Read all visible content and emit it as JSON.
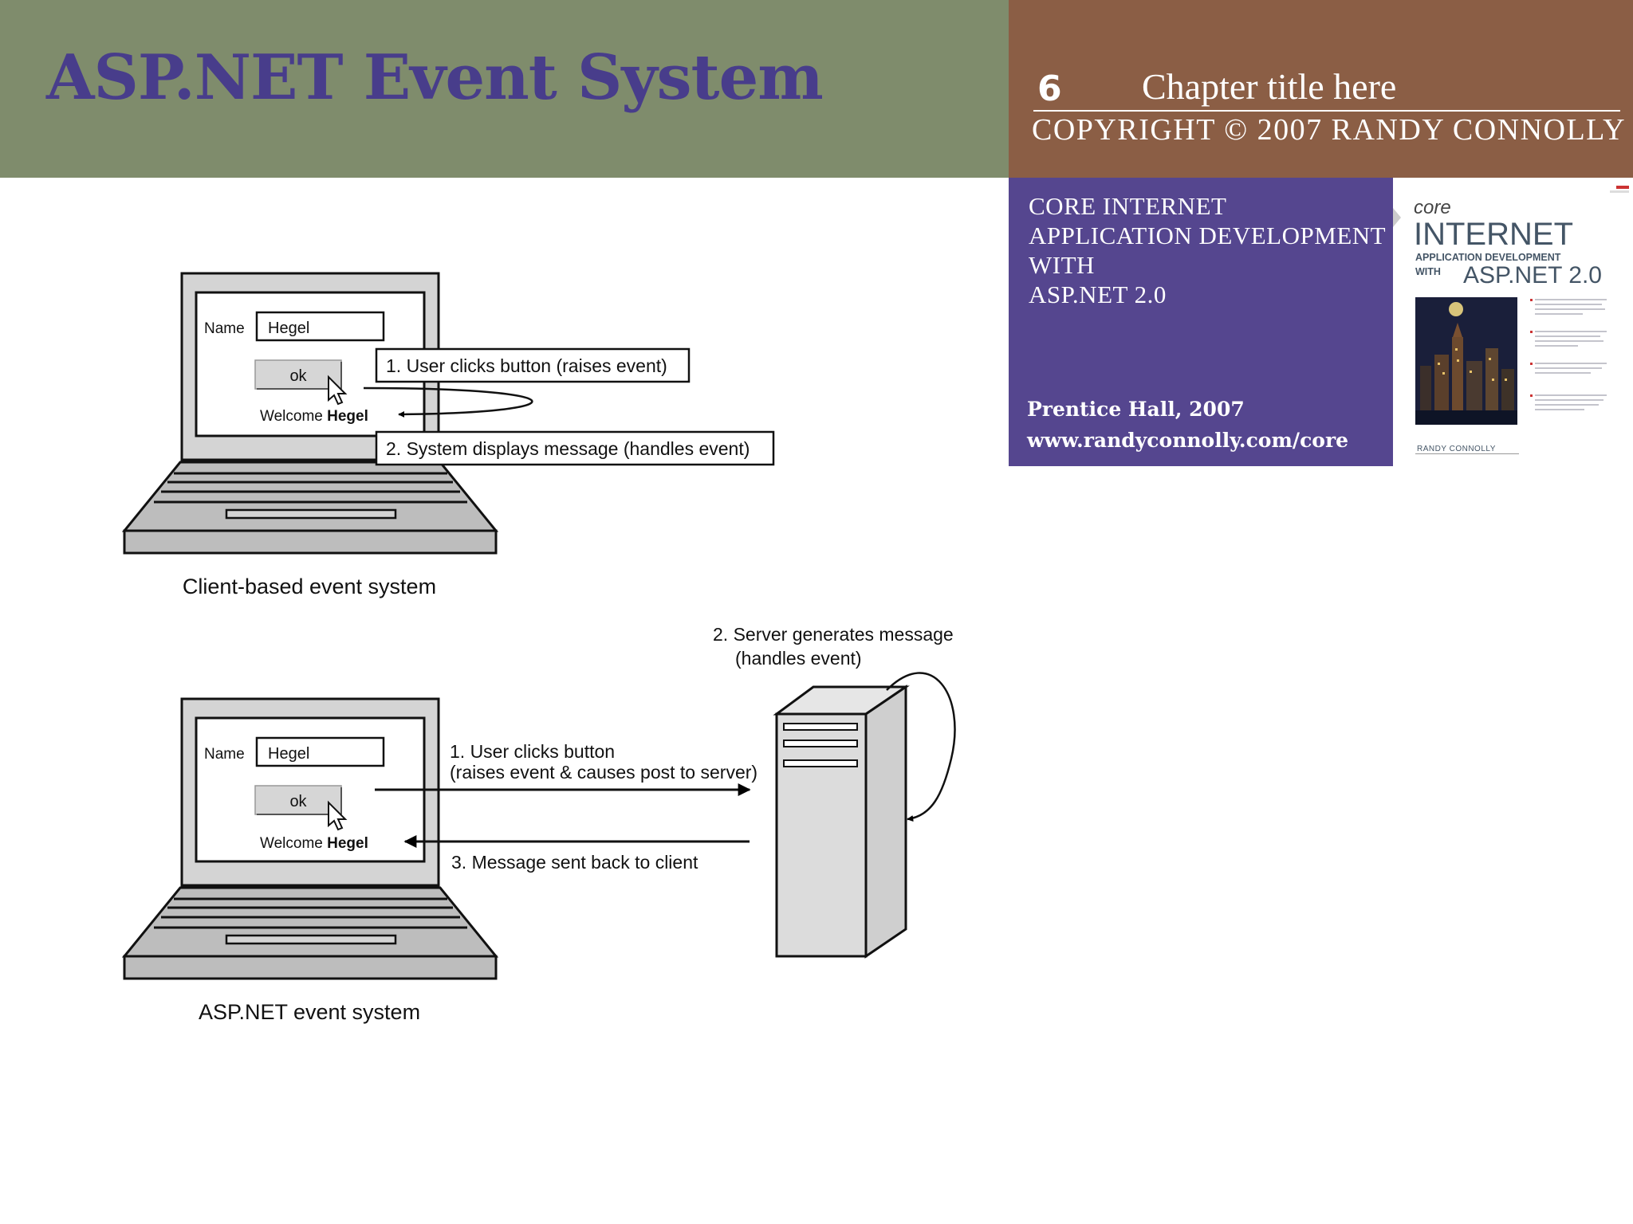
{
  "header": {
    "slide_title": "ASP.NET Event System",
    "chapter_number": "6",
    "chapter_title": "Chapter title here",
    "copyright": "COPYRIGHT © 2007 RANDY CONNOLLY"
  },
  "book": {
    "title_lines": [
      "CORE INTERNET",
      "APPLICATION DEVELOPMENT",
      "WITH",
      "ASP.NET 2.0"
    ],
    "publisher": "Prentice Hall, 2007",
    "url": "www.randyconnolly.com/core"
  },
  "cover": {
    "series": "core",
    "title": "INTERNET",
    "subtitle": "APPLICATION DEVELOPMENT",
    "with": "WITH",
    "tech": "ASP.NET 2.0",
    "author": "RANDY CONNOLLY"
  },
  "diagram_client": {
    "name_label": "Name",
    "name_value": "Hegel",
    "button_label": "ok",
    "welcome_prefix": "Welcome",
    "welcome_name": "Hegel",
    "step1": "1. User clicks button (raises event)",
    "step2": "2. System displays message  (handles event)",
    "caption": "Client-based event system"
  },
  "diagram_server": {
    "name_label": "Name",
    "name_value": "Hegel",
    "button_label": "ok",
    "welcome_prefix": "Welcome",
    "welcome_name": "Hegel",
    "step1_line1": "1. User clicks button",
    "step1_line2": "(raises event & causes post to server)",
    "step2_line1": "2. Server generates message",
    "step2_line2": "(handles event)",
    "step3": "3. Message sent back to client",
    "caption": "ASP.NET event system"
  },
  "colors": {
    "header_left": "#7f8c6c",
    "header_right": "#8b5e45",
    "book_panel": "#55468f",
    "title": "#483d8b"
  }
}
